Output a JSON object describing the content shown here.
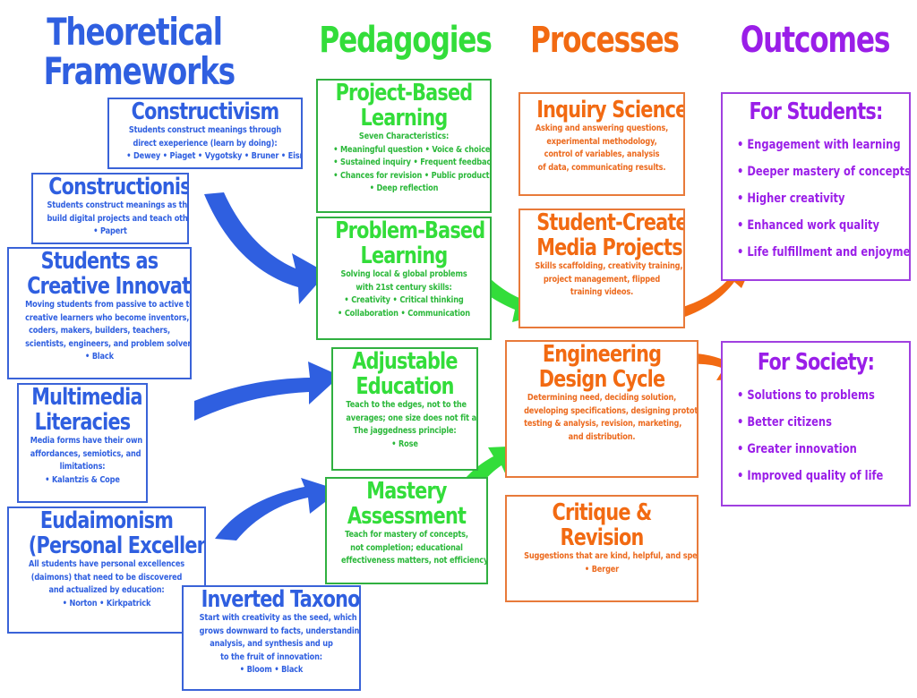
{
  "headers": {
    "frameworks": [
      "Theoretical",
      "Frameworks"
    ],
    "pedagogies": "Pedagogies",
    "processes": "Processes",
    "outcomes": "Outcomes"
  },
  "colors": {
    "frameworks": "#2f5fe0",
    "pedagogies": "#33dd3a",
    "processes": "#f26a12",
    "outcomes": "#9a1ee8"
  },
  "frameworks": [
    {
      "title": [
        "Constructivism"
      ],
      "desc": [
        "Students construct meanings through",
        "direct exeperience (learn by doing):",
        "• Dewey • Piaget • Vygotsky • Bruner • Eisner"
      ]
    },
    {
      "title": [
        "Constructionism"
      ],
      "desc": [
        "Students construct meanings as they",
        "build digital projects and teach others:",
        "• Papert"
      ]
    },
    {
      "title": [
        "Students as",
        "Creative Innovators"
      ],
      "desc": [
        "Moving students from passive to active to",
        "creative learners who become inventors,",
        "coders, makers, builders, teachers,",
        "scientists, engineers, and problem solvers:",
        "• Black"
      ]
    },
    {
      "title": [
        "Multimedia",
        "Literacies"
      ],
      "desc": [
        "Media forms have their own",
        "affordances, semiotics, and",
        "limitations:",
        "• Kalantzis & Cope"
      ]
    },
    {
      "title": [
        "Eudaimonism",
        "(Personal Excellence)"
      ],
      "desc": [
        "All students have personal excellences",
        "(daimons) that need to be discovered",
        "and actualized by education:",
        "• Norton  • Kirkpatrick"
      ]
    },
    {
      "title": [
        "Inverted Taxonomy"
      ],
      "desc": [
        "Start with creativity as the seed, which",
        "grows downward to facts, understandings,",
        "analysis, and synthesis and up",
        "to the fruit of innovation:",
        "• Bloom  • Black"
      ]
    }
  ],
  "pedagogies": [
    {
      "title": [
        "Project-Based",
        "Learning"
      ],
      "desc": [
        "Seven Characteristics:",
        "• Meaningful question   • Voice & choice",
        "• Sustained inquiry   • Frequent feedback",
        "• Chances for revision   • Public product",
        "• Deep reflection"
      ]
    },
    {
      "title": [
        "Problem-Based",
        "Learning"
      ],
      "desc": [
        "Solving local & global problems",
        "with 21st century skills:",
        "• Creativity   • Critical thinking",
        "• Collaboration   • Communication"
      ]
    },
    {
      "title": [
        "Adjustable",
        "Education"
      ],
      "desc": [
        "Teach to the edges, not to the",
        "averages; one size does not fit all.",
        "The jaggedness principle:",
        "• Rose"
      ]
    },
    {
      "title": [
        "Mastery",
        "Assessment"
      ],
      "desc": [
        "Teach for mastery of concepts,",
        "not completion; educational",
        "effectiveness matters, not efficiency."
      ]
    }
  ],
  "processes": [
    {
      "title": [
        "Inquiry Science"
      ],
      "desc": [
        "Asking and answering questions,",
        "experimental methodology,",
        "control of variables, analysis",
        "of data, communicating results."
      ]
    },
    {
      "title": [
        "Student-Created",
        "Media Projects"
      ],
      "desc": [
        "Skills scaffolding, creativity training,",
        "project management, flipped",
        "training videos."
      ]
    },
    {
      "title": [
        "Engineering",
        "Design Cycle"
      ],
      "desc": [
        "Determining need, deciding solution,",
        "developing specifications, designing prototype,",
        "testing & analysis, revision, marketing,",
        "and distribution."
      ]
    },
    {
      "title": [
        "Critique &",
        "Revision"
      ],
      "desc": [
        "Suggestions that are kind, helpful, and specific:",
        "• Berger"
      ]
    }
  ],
  "outcomes": [
    {
      "title": "For Students:",
      "items": [
        "• Engagement with learning",
        "• Deeper mastery of concepts",
        "• Higher creativity",
        "• Enhanced work quality",
        "• Life fulfillment and enjoyment"
      ]
    },
    {
      "title": "For Society:",
      "items": [
        "• Solutions to problems",
        "• Better citizens",
        "• Greater innovation",
        "• Improved quality of life"
      ]
    }
  ]
}
